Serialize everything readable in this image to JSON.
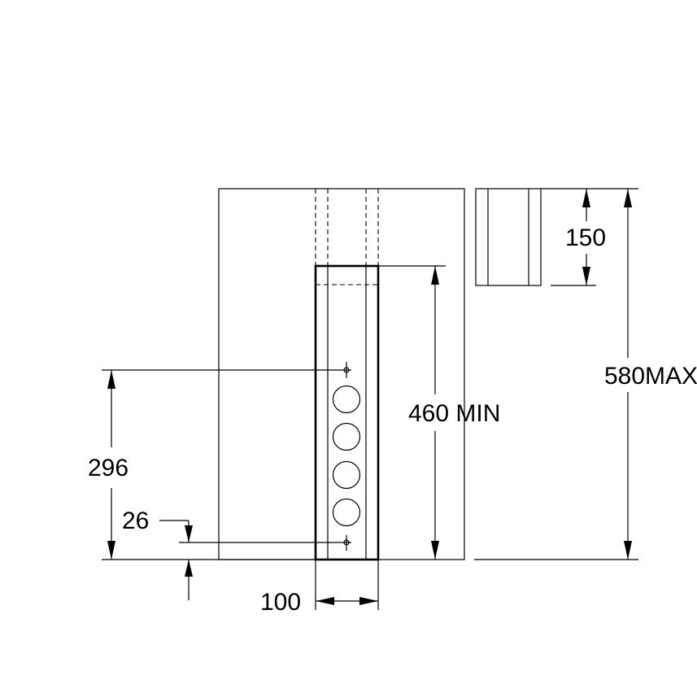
{
  "dimensions": {
    "left_height": "296",
    "bottom_offset": "26",
    "width": "100",
    "min_height": "460 MIN",
    "max_height": "580MAX",
    "small_box_height": "150"
  }
}
